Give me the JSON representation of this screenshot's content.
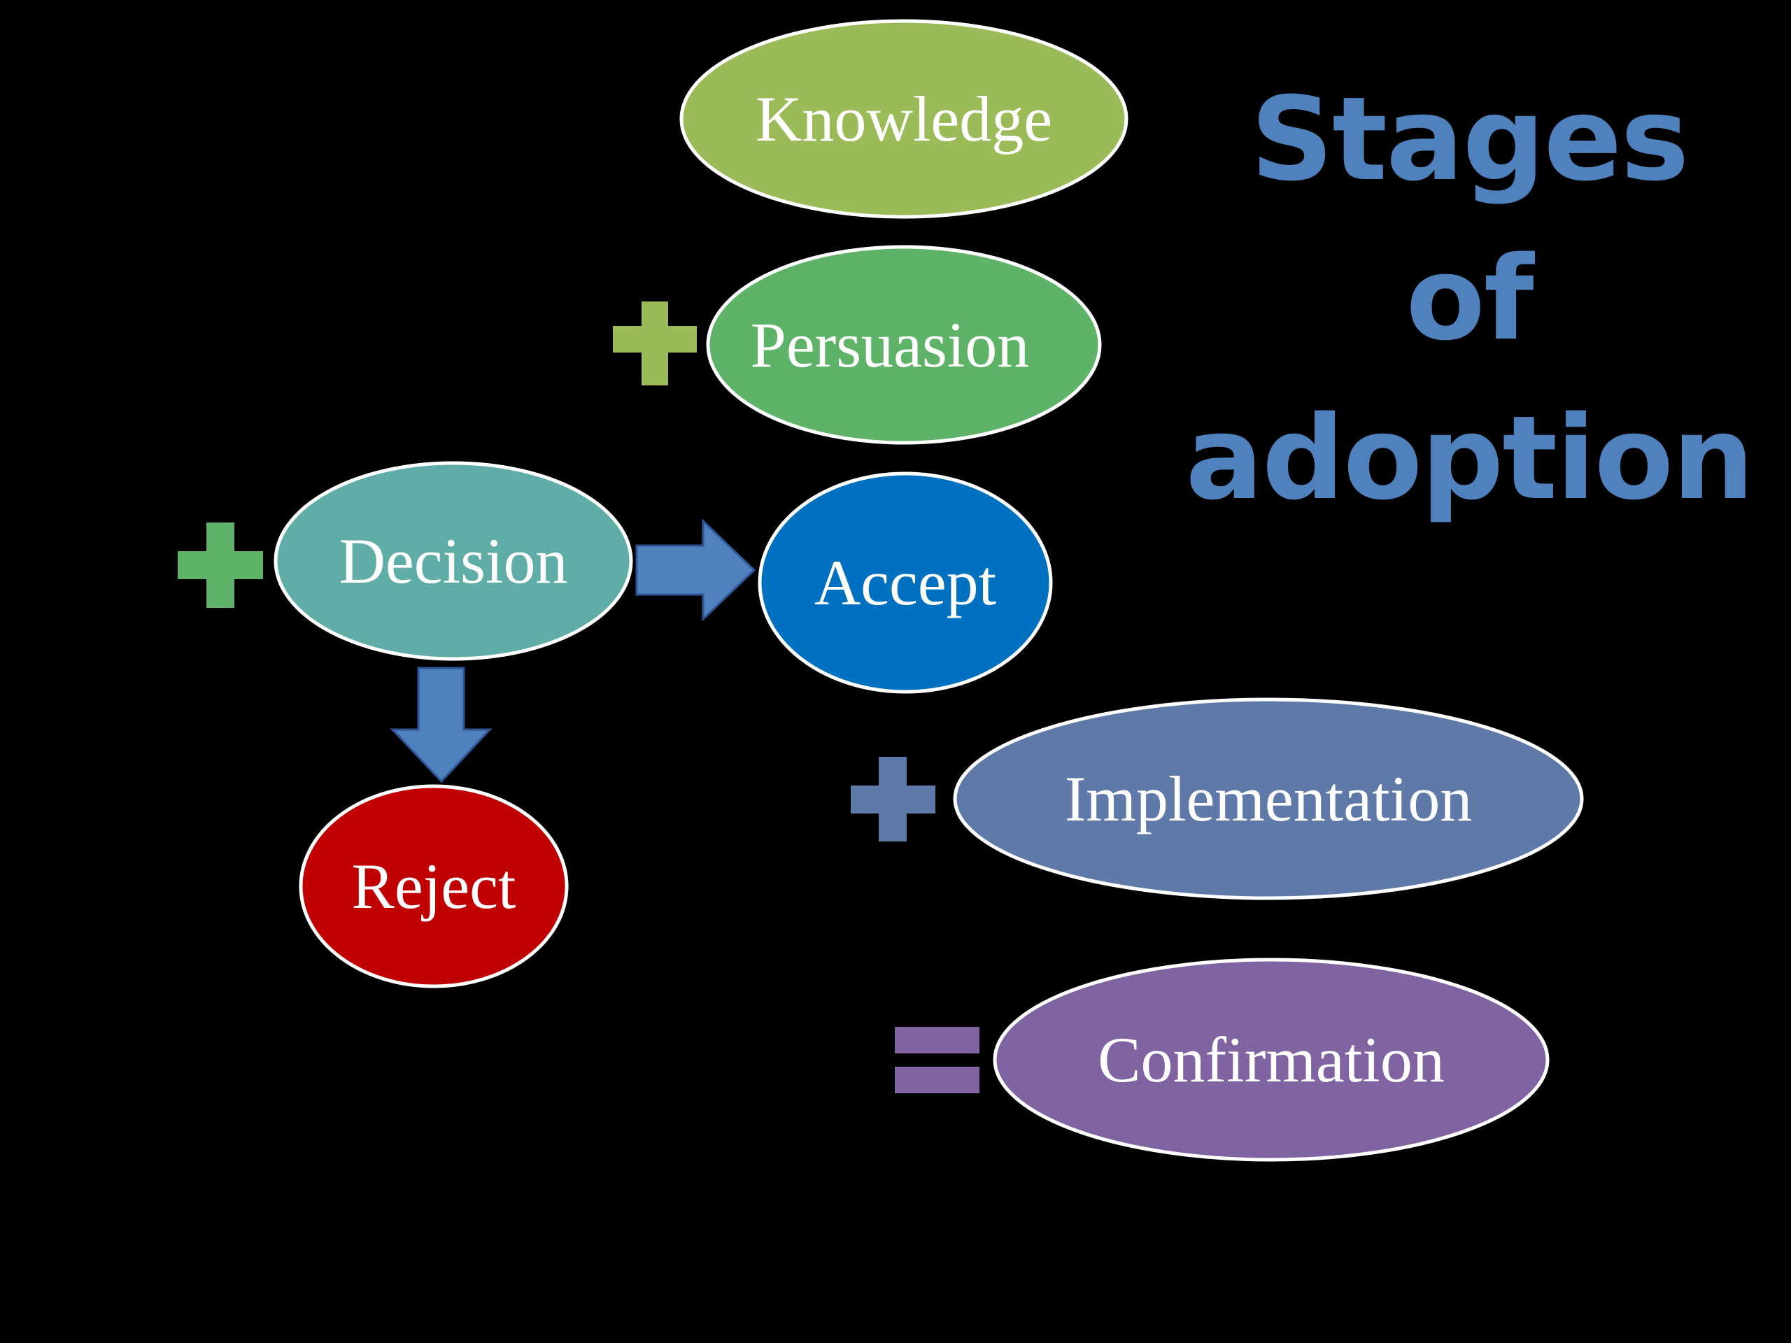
{
  "title": {
    "line1": "Stages of",
    "line2": "adoption"
  },
  "nodes": {
    "knowledge": "Knowledge",
    "persuasion": "Persuasion",
    "decision": "Decision",
    "accept": "Accept",
    "reject": "Reject",
    "implementation": "Implementation",
    "confirmation": "Confirmation"
  },
  "symbols": {
    "persuasion": "plus-icon",
    "decision": "plus-icon",
    "implementation": "plus-icon",
    "confirmation": "equals-icon"
  },
  "colors": {
    "background": "#000000",
    "title": "#4f81bd",
    "knowledge": "#9bbb59",
    "persuasion": "#5fb368",
    "decision": "#5fada6",
    "accept": "#0070c0",
    "reject": "#c00000",
    "implementation": "#5f79a8",
    "confirmation": "#8064a2",
    "arrow": "#4f81bd"
  }
}
